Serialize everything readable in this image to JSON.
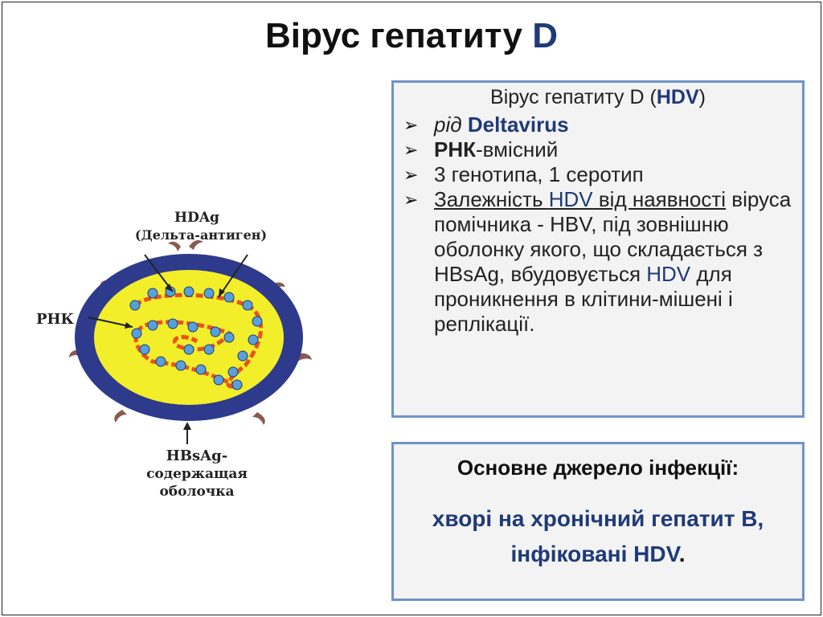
{
  "slide": {
    "title_main": "Вірус гепатиту ",
    "title_accent": "D"
  },
  "info_box": {
    "heading_prefix": "Вірус гепатиту D (",
    "heading_abbr": "HDV",
    "heading_suffix": ")",
    "items": [
      {
        "prefix": "рід ",
        "value": "Deltavirus"
      },
      {
        "bold_part": "РНК",
        "rest": "-вмісний"
      },
      {
        "text": " 3 генотипа, 1 серотип"
      },
      {
        "underlined_start": "Залежність ",
        "underlined_abbr": "HDV",
        "underlined_end": " від наявності",
        "text_1": " віруса помічника - HBV, під зовнішню оболонку якого, що складається з HBsAg, вбудовується ",
        "abbr_2": "HDV",
        "text_2": " для проникнення в клітини-мішені і реплікації."
      }
    ]
  },
  "source_box": {
    "heading": "Основне джерело інфекції:",
    "text": "хворі на хронічний гепатит В, інфіковані HDV",
    "end_period": "."
  },
  "diagram": {
    "label_hdag": "HDAg",
    "label_delta": "(Дельта-антиген)",
    "label_rnk": "РНК",
    "label_hbsag_1": "HBsAg-",
    "label_hbsag_2": "содержащая",
    "label_hbsag_3": "оболочка",
    "colors": {
      "envelope": "#2e3a8c",
      "core": "#f2ee2a",
      "rna": "#e8531e",
      "antigen": "#5aa0d8",
      "spikes": "#8a5a50"
    }
  }
}
